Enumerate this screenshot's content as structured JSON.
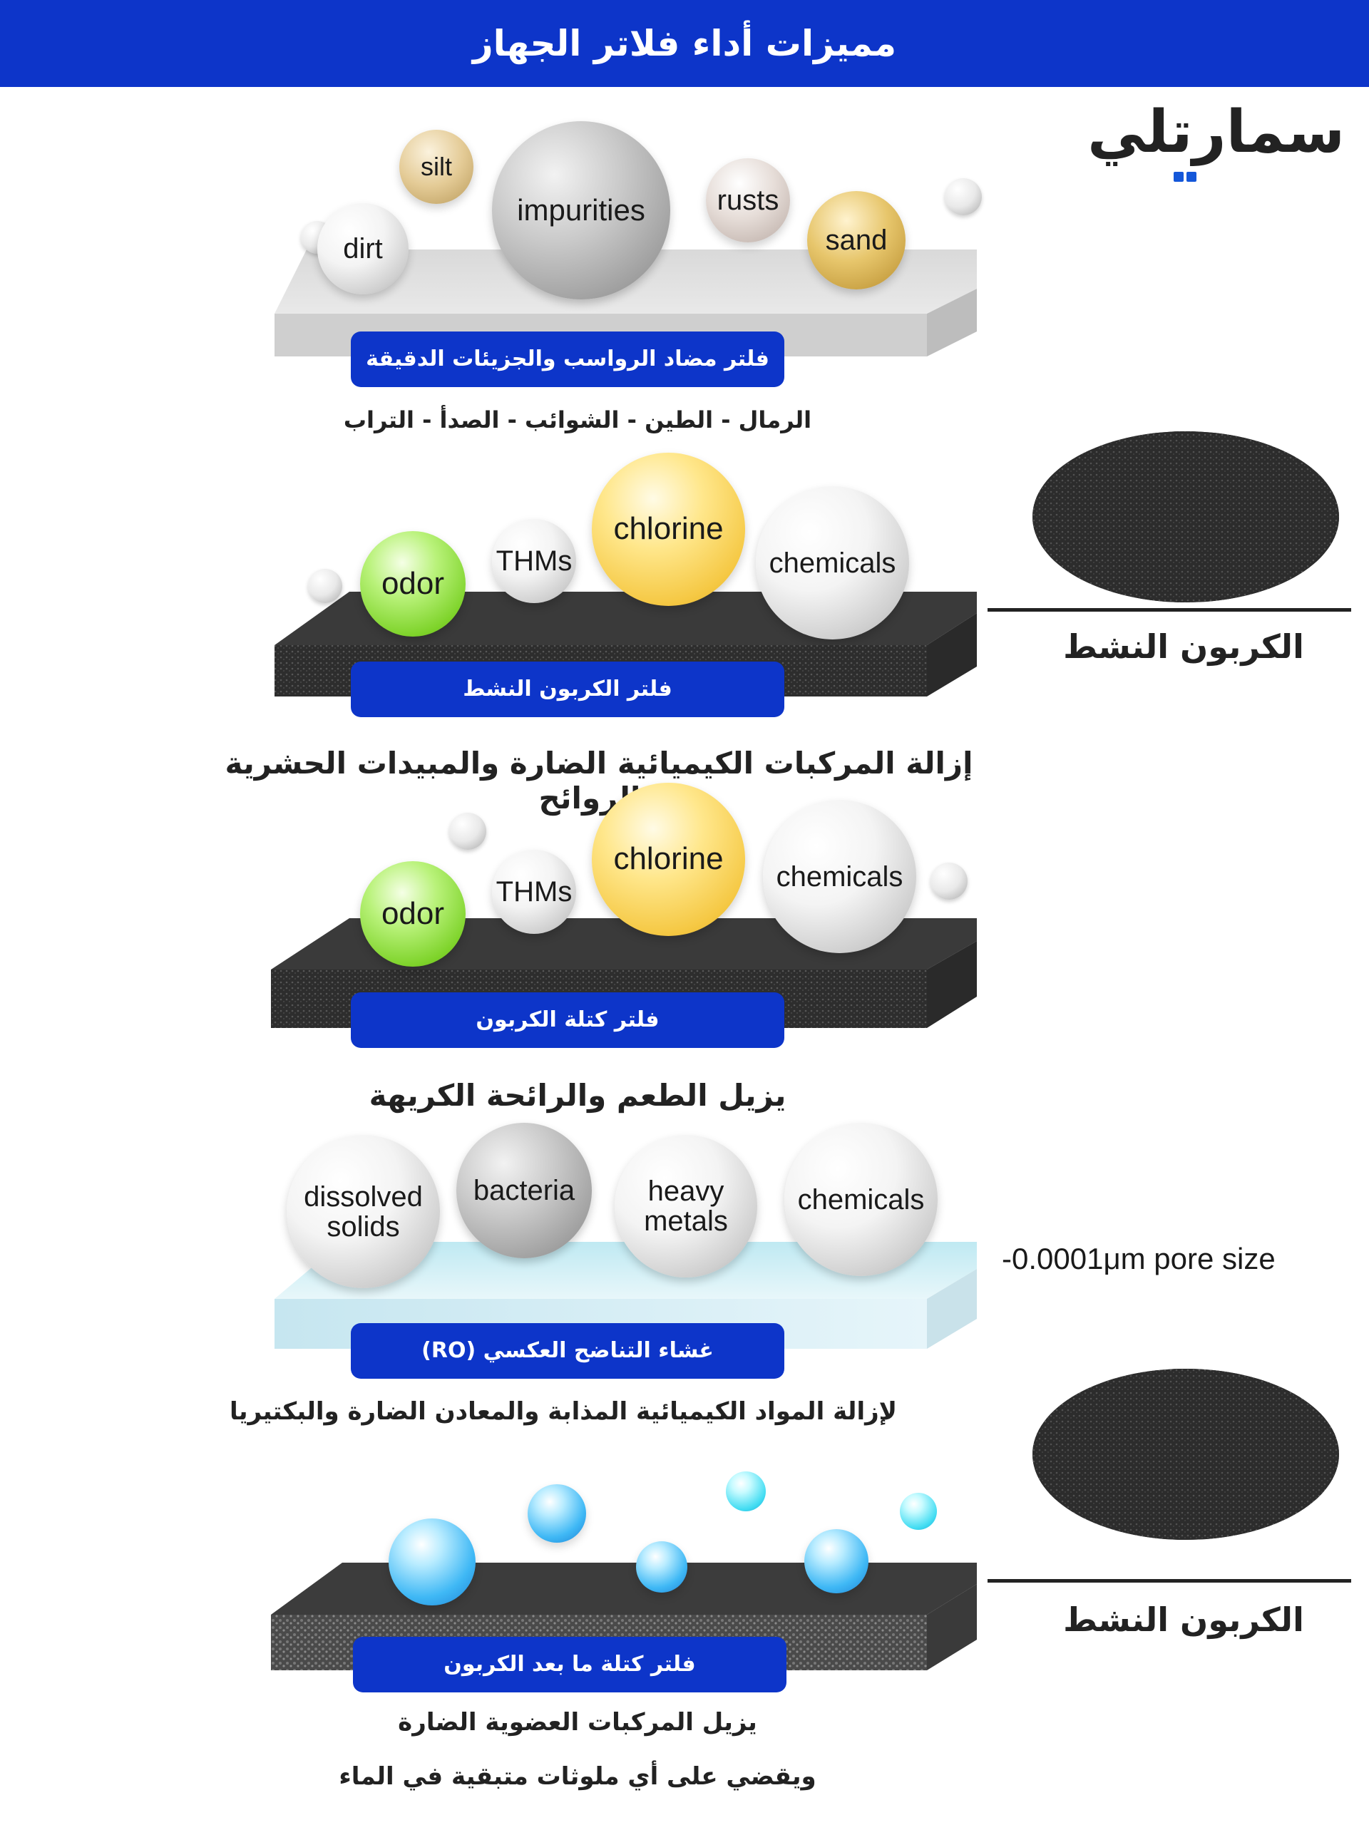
{
  "header": {
    "title": "مميزات أداء فلاتر الجهاز"
  },
  "brand": {
    "logo": "سمارتلي"
  },
  "filters": [
    {
      "label": "فلتر مضاد الرواسب والجزيئات الدقيقة",
      "description": "الرمال - الطين - الشوائب - الصدأ - التراب",
      "particles": [
        "silt",
        "dirt",
        "impurities",
        "rusts",
        "sand"
      ]
    },
    {
      "label": "فلتر الكربون النشط",
      "description": "إزالة المركبات الكيميائية الضارة والمبيدات الحشرية والروائح",
      "particles": [
        "odor",
        "THMs",
        "chlorine",
        "chemicals"
      ]
    },
    {
      "label": "فلتر كتلة الكربون",
      "description": "يزيل الطعم والرائحة الكريهة",
      "particles": [
        "odor",
        "THMs",
        "chlorine",
        "chemicals"
      ]
    },
    {
      "label": "غشاء التناضح العكسي (RO)",
      "description": "لإزالة المواد الكيميائية المذابة والمعادن الضارة والبكتيريا",
      "particles": [
        "dissolved solids",
        "bacteria",
        "heavy metals",
        "chemicals"
      ]
    },
    {
      "label": "فلتر كتلة ما بعد الكربون",
      "description_line1": "يزيل المركبات العضوية الضارة",
      "description_line2": "ويقضي على أي ملوثات متبقية في الماء"
    }
  ],
  "side": {
    "activated_carbon_1": "الكربون النشط",
    "pore_size": "-0.0001μm pore size",
    "activated_carbon_2": "الكربون النشط"
  },
  "colors": {
    "brand_blue": "#0d35c9",
    "logo_accent": "#1457d9"
  }
}
